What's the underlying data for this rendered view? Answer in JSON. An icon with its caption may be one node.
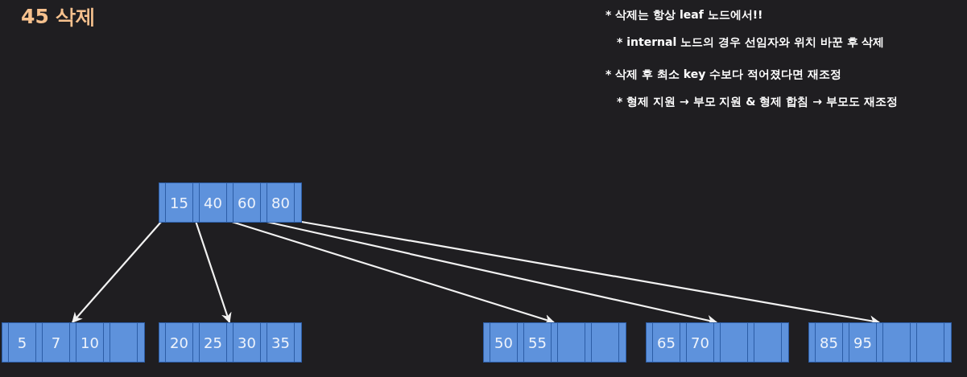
{
  "diagram": {
    "title": "45 삭제",
    "nodes": [
      {
        "text": [
          "15",
          "40",
          "60",
          "80"
        ]
      },
      {
        "text": [
          "5",
          "7",
          "10"
        ]
      },
      {
        "text": [
          "20",
          "25",
          "30",
          "35"
        ]
      },
      {
        "text": [
          "50",
          "55"
        ]
      },
      {
        "text": [
          "65",
          "70"
        ]
      },
      {
        "text": [
          "85",
          "95"
        ]
      }
    ],
    "edges": [
      {
        "from": 0,
        "to": 1,
        "arrow": "to"
      },
      {
        "from": 0,
        "to": 2,
        "arrow": "to"
      },
      {
        "from": 0,
        "to": 3,
        "arrow": "to"
      },
      {
        "from": 0,
        "to": 4,
        "arrow": "to"
      },
      {
        "from": 0,
        "to": 5,
        "arrow": "to"
      }
    ],
    "labels": [
      "* 삭제는 항상 leaf 노드에서!!",
      "* internal 노드의 경우 선임자와 위치 바꾼 후 삭제",
      "* 삭제 후 최소 key 수보다 적어졌다면 재조정",
      "* 형제 지원 → 부모 지원 & 형제 합침 → 부모도 재조정"
    ]
  }
}
